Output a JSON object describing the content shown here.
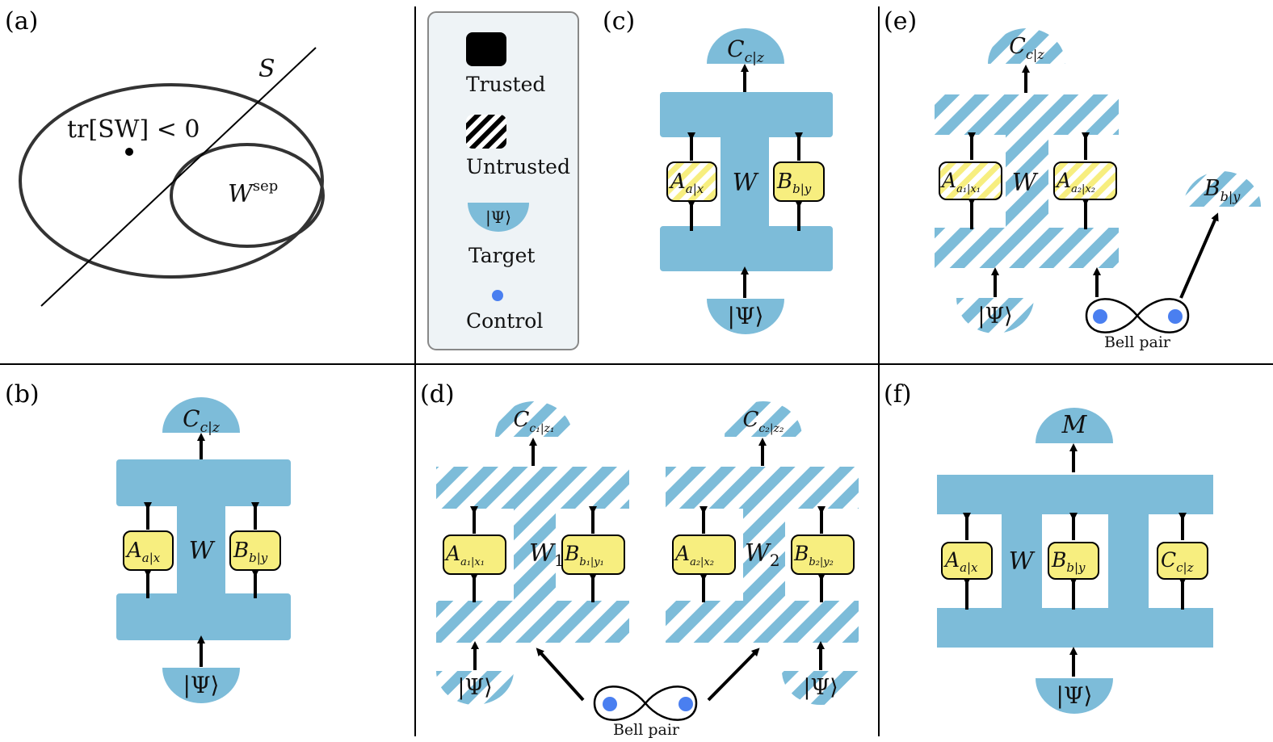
{
  "panels": {
    "a": {
      "label": "(a)",
      "s_label": "S",
      "tr_text": "tr[SW] < 0",
      "wsep_base": "W",
      "wsep_sup": "sep"
    },
    "b": {
      "label": "(b)"
    },
    "c": {
      "label": "(c)"
    },
    "d": {
      "label": "(d)"
    },
    "e": {
      "label": "(e)"
    },
    "f": {
      "label": "(f)"
    }
  },
  "legend": {
    "trusted": "Trusted",
    "untrusted": "Untrusted",
    "target_glyph": "|Ψ⟩",
    "target": "Target",
    "control": "Control"
  },
  "symbols": {
    "psi": "|Ψ⟩",
    "W": "W",
    "W1": "W",
    "W1_sub": "1",
    "W2": "W",
    "W2_sub": "2",
    "M": "M",
    "A": "A",
    "A_sub": "a|x",
    "B": "B",
    "B_sub": "b|y",
    "C": "C",
    "C_sub": "c|z",
    "A1_sub": "a₁|x₁",
    "B1_sub": "b₁|y₁",
    "C1_sub": "c₁|z₁",
    "A2_sub": "a₂|x₂",
    "B2_sub": "b₂|y₂",
    "C2_sub": "c₂|z₂"
  },
  "bell_pair": "Bell pair",
  "colors": {
    "blue": "#7dbcd9",
    "yellow": "#f7ee7f",
    "control_dot": "#4a7ff0",
    "legend_bg": "#eef3f6"
  }
}
